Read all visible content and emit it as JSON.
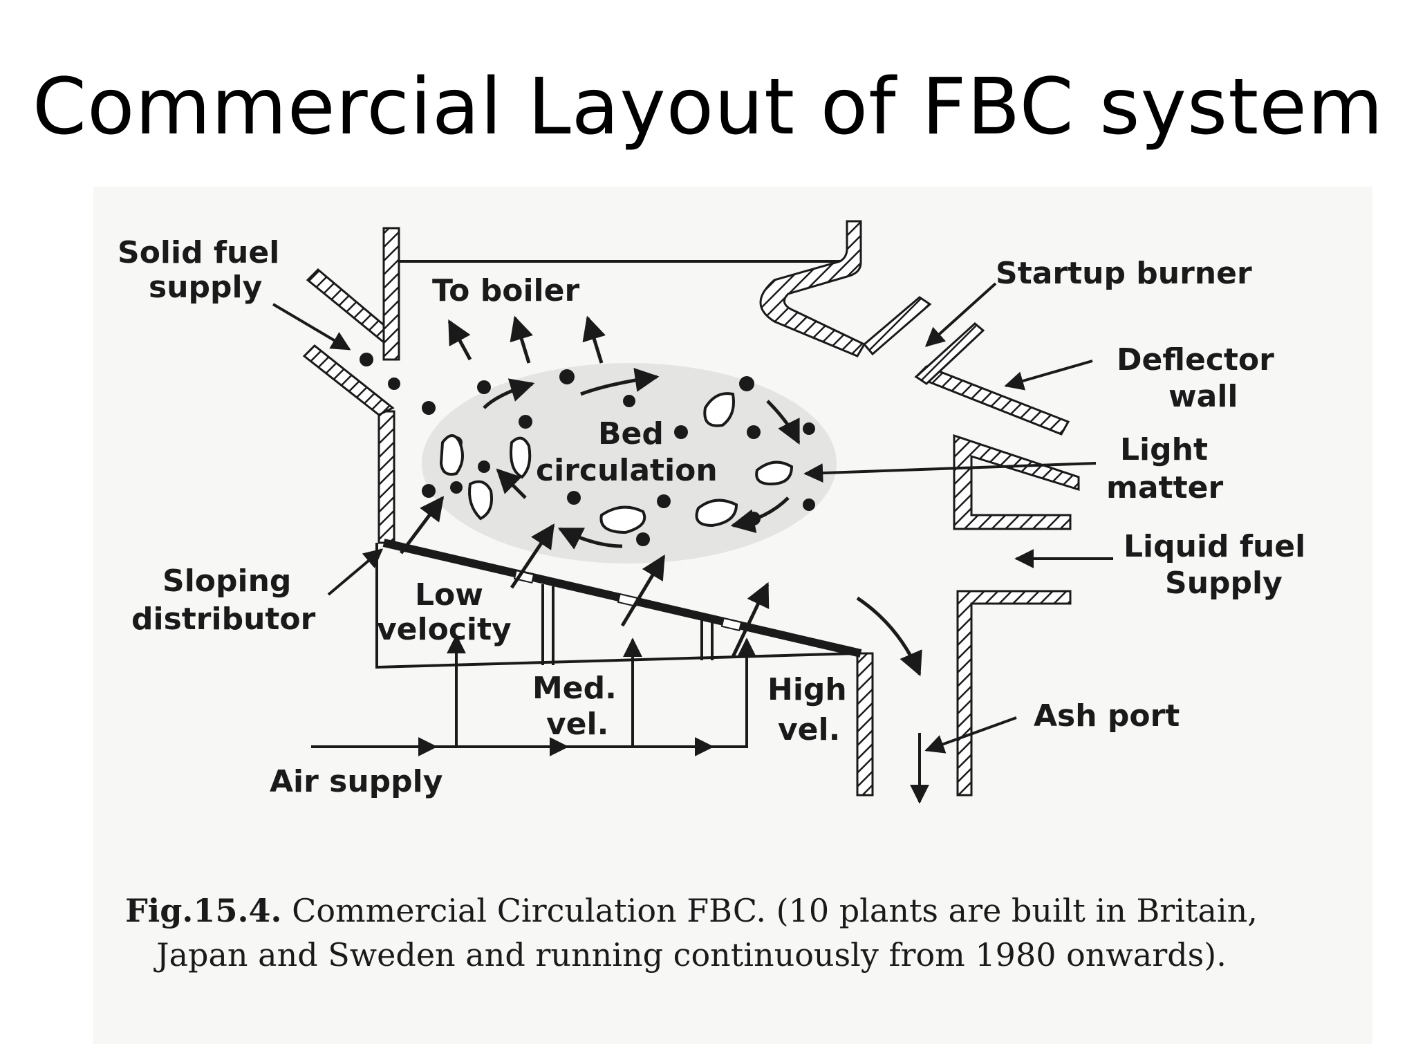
{
  "title": "Commercial Layout of FBC system",
  "labels": {
    "solid_fuel_1": "Solid fuel",
    "solid_fuel_2": "supply",
    "to_boiler": "To boiler",
    "startup_burner": "Startup burner",
    "deflector_1": "Deflector",
    "deflector_2": "wall",
    "bed_1": "Bed",
    "bed_2": "circulation",
    "light_1": "Light",
    "light_2": "matter",
    "liquid_1": "Liquid fuel",
    "liquid_2": "Supply",
    "sloping_1": "Sloping",
    "sloping_2": "distributor",
    "low_1": "Low",
    "low_2": "velocity",
    "med_1": "Med.",
    "med_2": "vel.",
    "high_1": "High",
    "high_2": "vel.",
    "ash_port": "Ash port",
    "air_supply": "Air supply"
  },
  "caption": {
    "fig_no": "Fig.15.4.",
    "text": "Commercial Circulation FBC. (10 plants are built in Britain, Japan and Sweden and running continuously from 1980 onwards)."
  },
  "colors": {
    "ink": "#1a1a1a",
    "paper": "#f7f7f5"
  }
}
